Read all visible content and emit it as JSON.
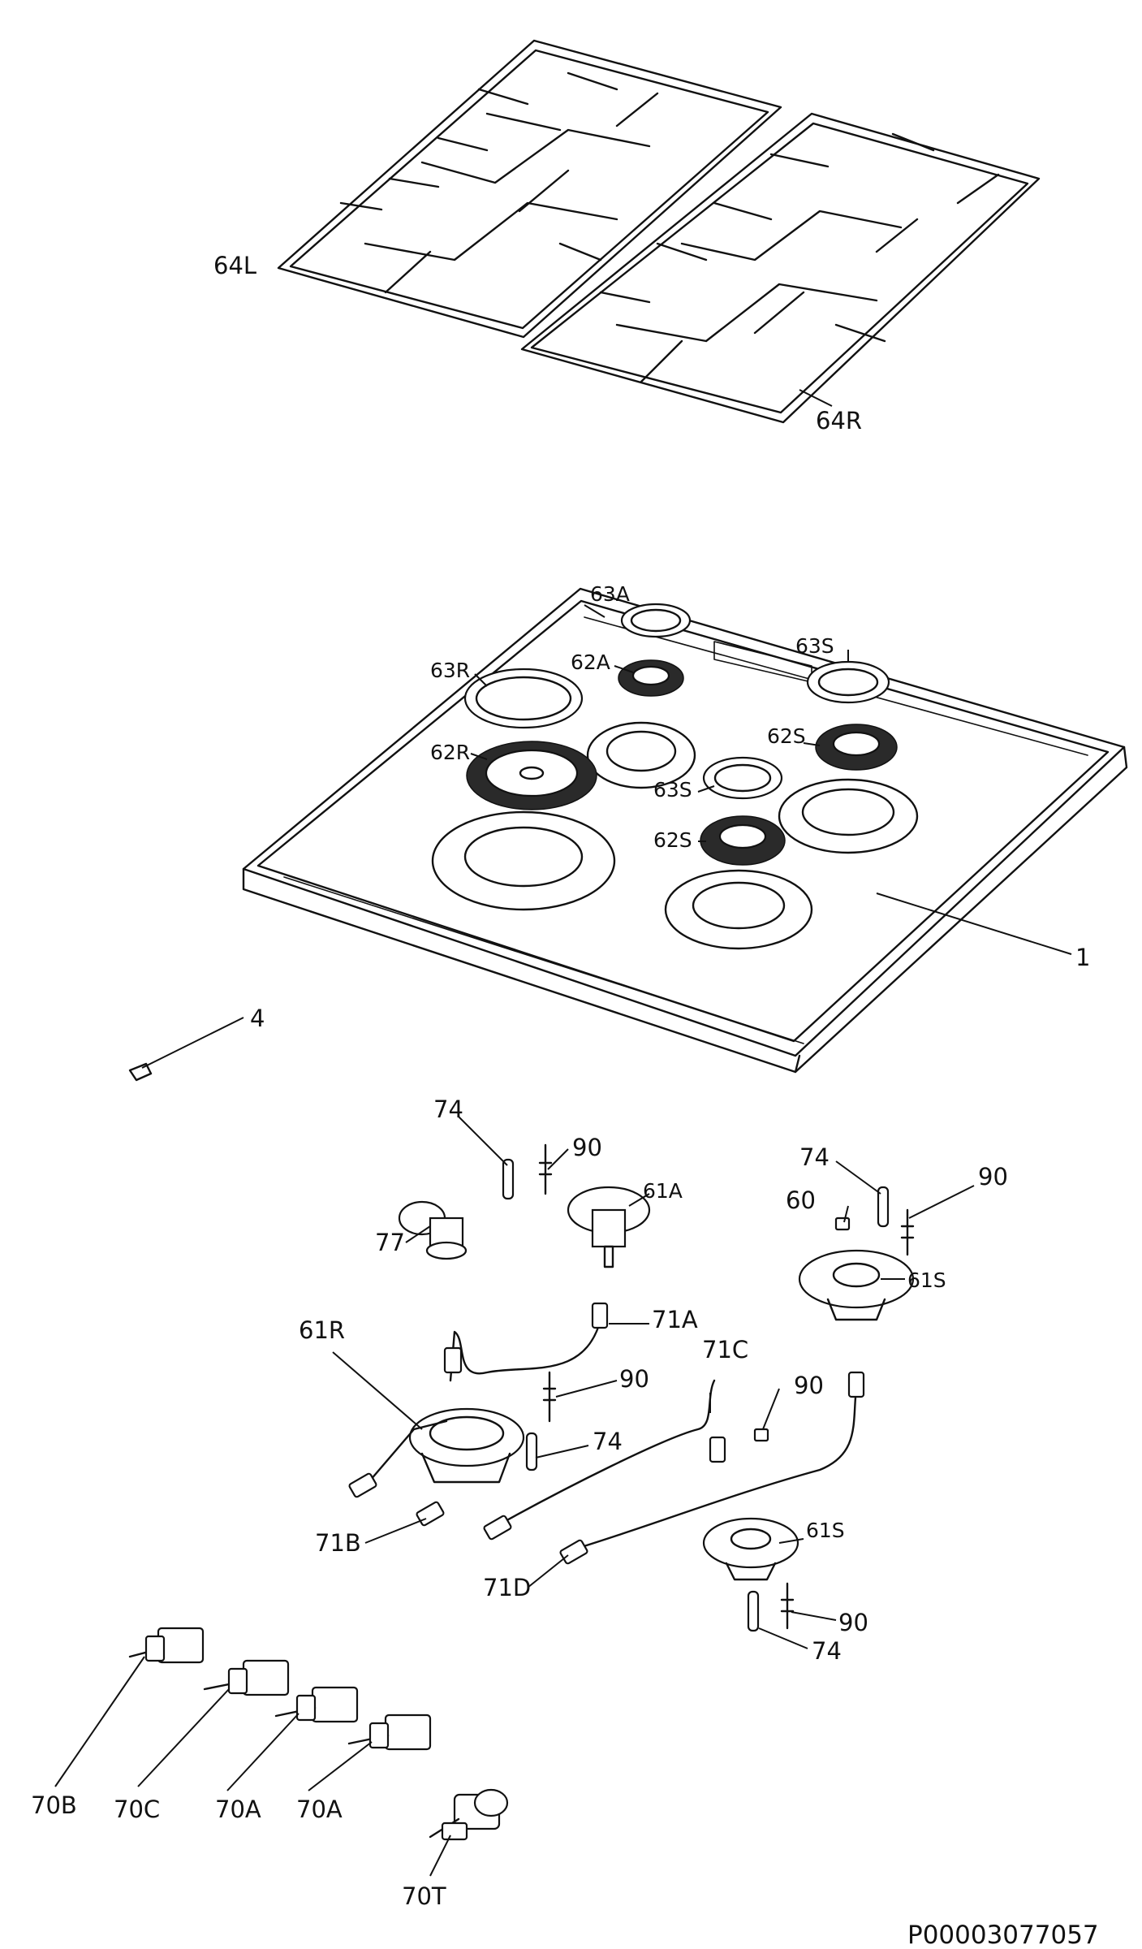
{
  "document_id": "P00003077057",
  "labels": {
    "l64L": "64L",
    "l64R": "64R",
    "l63A": "63A",
    "l63S_top": "63S",
    "l63R": "63R",
    "l62A": "62A",
    "l62S_upper": "62S",
    "l62R": "62R",
    "l63S_mid": "63S",
    "l62S_lower": "62S",
    "l1": "1",
    "l4": "4",
    "l74_a": "74",
    "l90_a": "90",
    "l61A": "61A",
    "l77": "77",
    "l74_b": "74",
    "l90_b": "90",
    "l60": "60",
    "l61S_top": "61S",
    "l61R": "61R",
    "l71A": "71A",
    "l71C": "71C",
    "l90_c": "90",
    "l90_d": "90",
    "l74_c": "74",
    "l71B": "71B",
    "l71D": "71D",
    "l61S_bottom": "61S",
    "l90_e": "90",
    "l74_d": "74",
    "l70B": "70B",
    "l70C": "70C",
    "l70A_1": "70A",
    "l70A_2": "70A",
    "l70T": "70T"
  }
}
